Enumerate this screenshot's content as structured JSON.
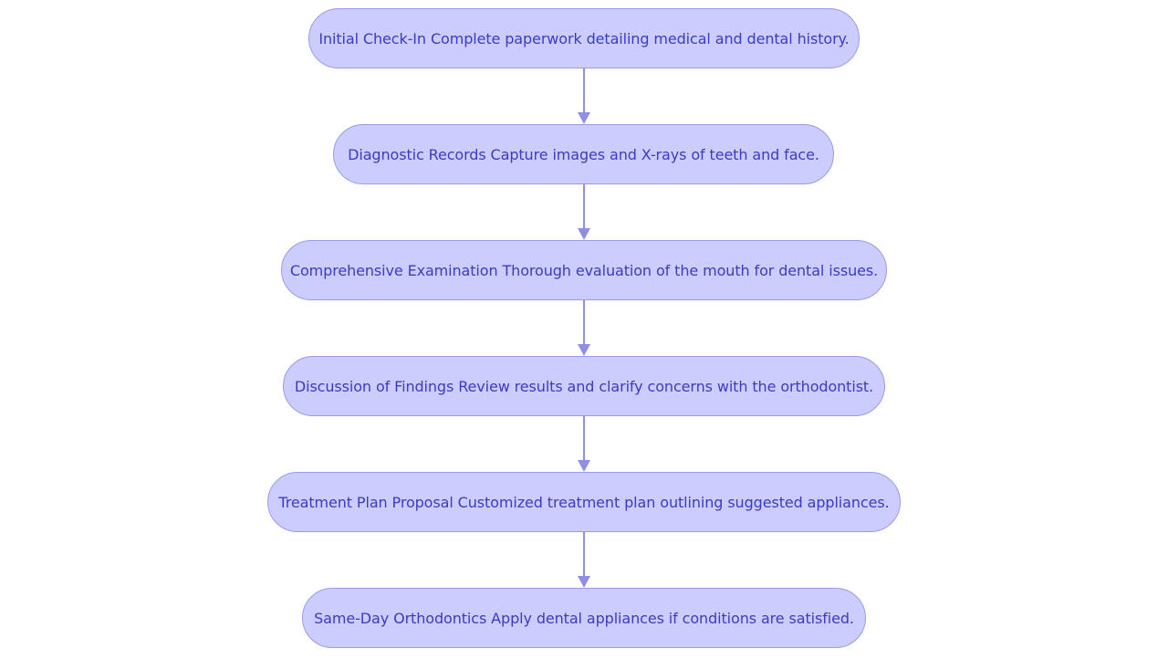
{
  "diagram": {
    "nodes": [
      {
        "id": "initial-check-in",
        "label": "Initial Check-In Complete paperwork detailing medical and dental history."
      },
      {
        "id": "diagnostic-records",
        "label": "Diagnostic Records Capture images and X-rays of teeth and face."
      },
      {
        "id": "comprehensive-examination",
        "label": "Comprehensive Examination Thorough evaluation of the mouth for dental issues."
      },
      {
        "id": "discussion-of-findings",
        "label": "Discussion of Findings Review results and clarify concerns with the orthodontist."
      },
      {
        "id": "treatment-plan-proposal",
        "label": "Treatment Plan Proposal Customized treatment plan outlining suggested appliances."
      },
      {
        "id": "same-day-orthodontics",
        "label": "Same-Day Orthodontics Apply dental appliances if conditions are satisfied."
      }
    ],
    "edges": [
      {
        "from": "initial-check-in",
        "to": "diagnostic-records"
      },
      {
        "from": "diagnostic-records",
        "to": "comprehensive-examination"
      },
      {
        "from": "comprehensive-examination",
        "to": "discussion-of-findings"
      },
      {
        "from": "discussion-of-findings",
        "to": "treatment-plan-proposal"
      },
      {
        "from": "treatment-plan-proposal",
        "to": "same-day-orthodontics"
      }
    ],
    "colors": {
      "node_fill": "#ccccff",
      "node_border": "#9b9bea",
      "text": "#3b3bc4",
      "edge": "#8f8fe6"
    }
  }
}
